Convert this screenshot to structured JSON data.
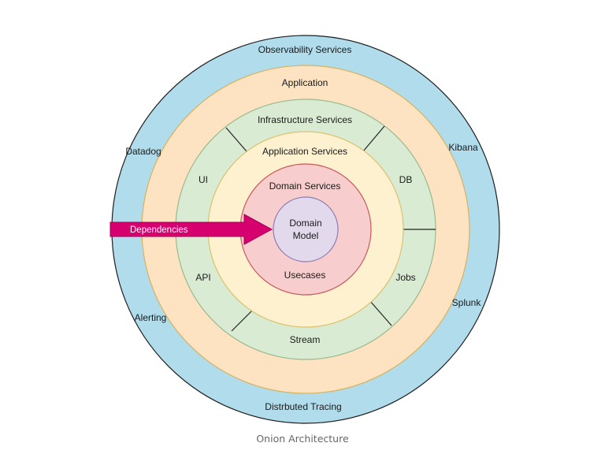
{
  "diagram": {
    "caption": "Onion Architecture",
    "rings": {
      "observability": {
        "color": "#b0dcec",
        "title": "Observability Services",
        "items": [
          "Datadog",
          "Kibana",
          "Alerting",
          "Splunk",
          "Distrbuted Tracing"
        ]
      },
      "application": {
        "color": "#fde3c1",
        "title": "Application"
      },
      "infrastructure": {
        "color": "#d9ecd3",
        "title": "Infrastructure Services",
        "segments": [
          "UI",
          "DB",
          "API",
          "Jobs",
          "Stream"
        ]
      },
      "application_services": {
        "color": "#fdf1cf",
        "title": "Application Services"
      },
      "domain_services": {
        "color": "#f8cdcd",
        "title": "Domain Services",
        "items": [
          "Usecases"
        ]
      },
      "domain_model": {
        "color": "#e3d9ed",
        "title_line1": "Domain",
        "title_line2": "Model"
      }
    },
    "arrow": {
      "label": "Dependencies",
      "color": "#d6006f"
    }
  }
}
